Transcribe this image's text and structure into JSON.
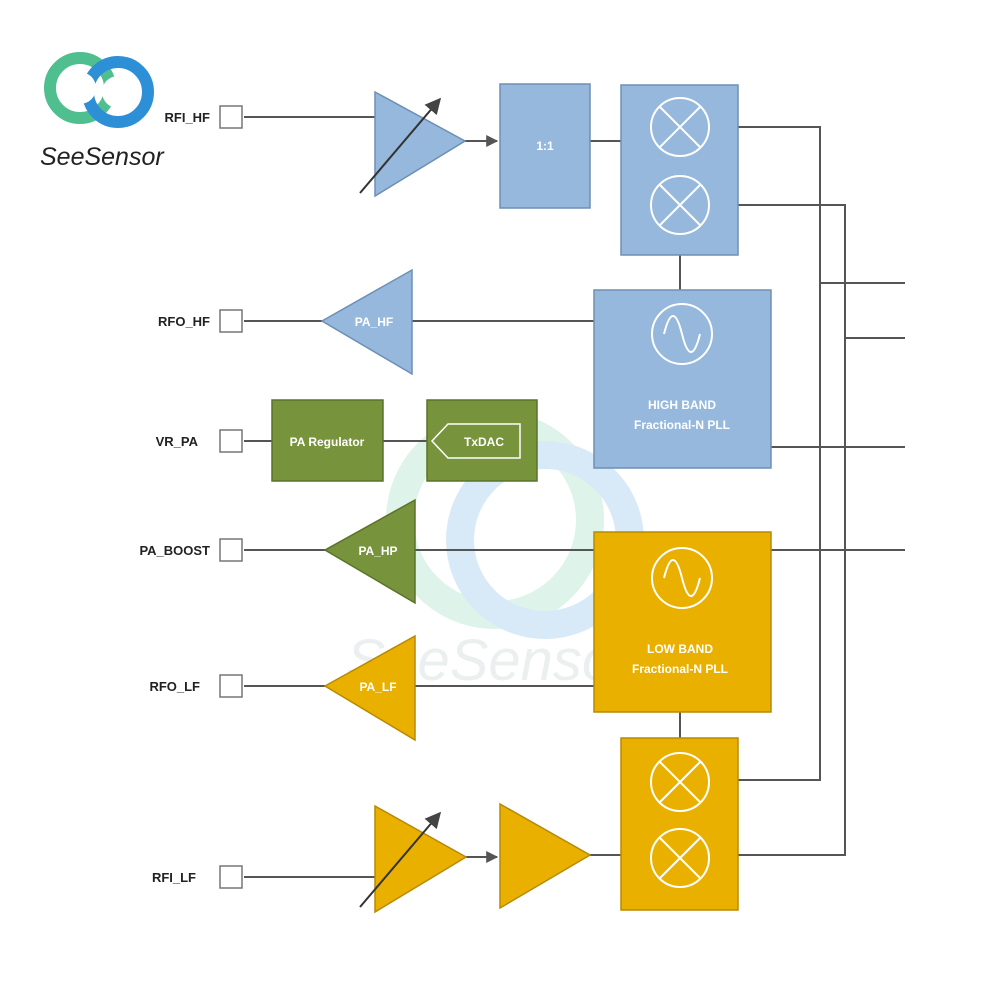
{
  "logo": {
    "text": "SeeSensor",
    "colors": [
      "#4fbf8f",
      "#2d8fd6"
    ]
  },
  "watermark": {
    "text": "SeeSensor"
  },
  "pins": {
    "rfi_hf": "RFI_HF",
    "rfo_hf": "RFO_HF",
    "vr_pa": "VR_PA",
    "pa_boost": "PA_BOOST",
    "rfo_lf": "RFO_LF",
    "rfi_lf": "RFI_LF"
  },
  "blocks": {
    "balun": "1:1",
    "pa_hf": "PA_HF",
    "pa_regulator": "PA Regulator",
    "txdac": "TxDAC",
    "pa_hp": "PA_HP",
    "pa_lf": "PA_LF",
    "high_band_pll": {
      "line1": "HIGH BAND",
      "line2": "Fractional-N PLL"
    },
    "low_band_pll": {
      "line1": "LOW BAND",
      "line2": "Fractional-N PLL"
    }
  },
  "colors": {
    "high_band": "#95b8dc",
    "regulator": "#77933c",
    "low_band": "#eab000"
  }
}
